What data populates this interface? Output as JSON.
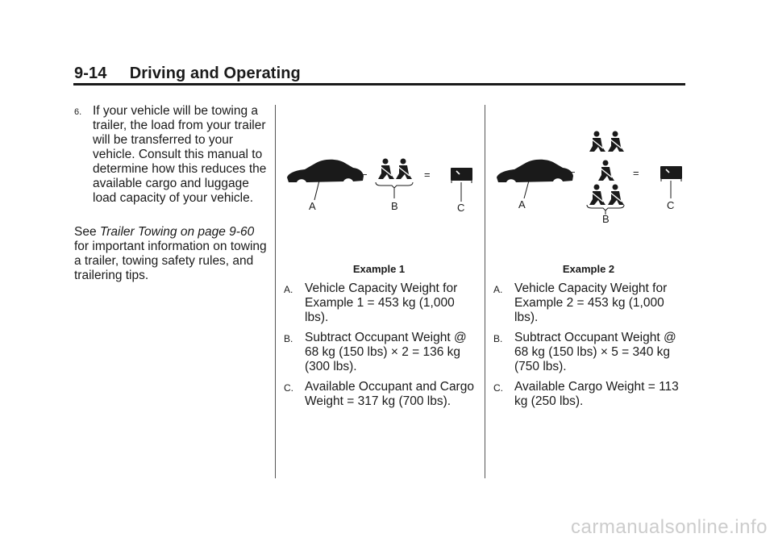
{
  "header": {
    "page_number": "9-14",
    "section_title": "Driving and Operating"
  },
  "left_column": {
    "step_number": "6.",
    "step_text": "If your vehicle will be towing a trailer, the load from your trailer will be transferred to your vehicle. Consult this manual to determine how this reduces the available cargo and luggage load capacity of your vehicle.",
    "see_prefix": "See",
    "see_link": "Trailer Towing on page 9-60",
    "see_suffix": "for important information on towing a trailer, towing safety rules, and trailering tips."
  },
  "example1": {
    "caption": "Example 1",
    "diagram_labels": {
      "a": "A",
      "b": "B",
      "c": "C",
      "minus": "−",
      "equals": "="
    },
    "items": [
      {
        "letter": "A.",
        "text": "Vehicle Capacity Weight for Example 1 = 453 kg (1,000 lbs)."
      },
      {
        "letter": "B.",
        "text": "Subtract Occupant Weight @ 68 kg (150 lbs) × 2 = 136 kg (300 lbs)."
      },
      {
        "letter": "C.",
        "text": "Available Occupant and Cargo Weight = 317 kg (700 lbs)."
      }
    ]
  },
  "example2": {
    "caption": "Example 2",
    "diagram_labels": {
      "a": "A",
      "b": "B",
      "c": "C",
      "minus": "−",
      "equals": "="
    },
    "items": [
      {
        "letter": "A.",
        "text": "Vehicle Capacity Weight for Example 2 = 453 kg (1,000 lbs)."
      },
      {
        "letter": "B.",
        "text": "Subtract Occupant Weight @ 68 kg (150 lbs) × 5 = 340 kg (750 lbs)."
      },
      {
        "letter": "C.",
        "text": "Available Cargo Weight = 113 kg (250 lbs)."
      }
    ]
  },
  "watermark": "carmanualsonline.info"
}
